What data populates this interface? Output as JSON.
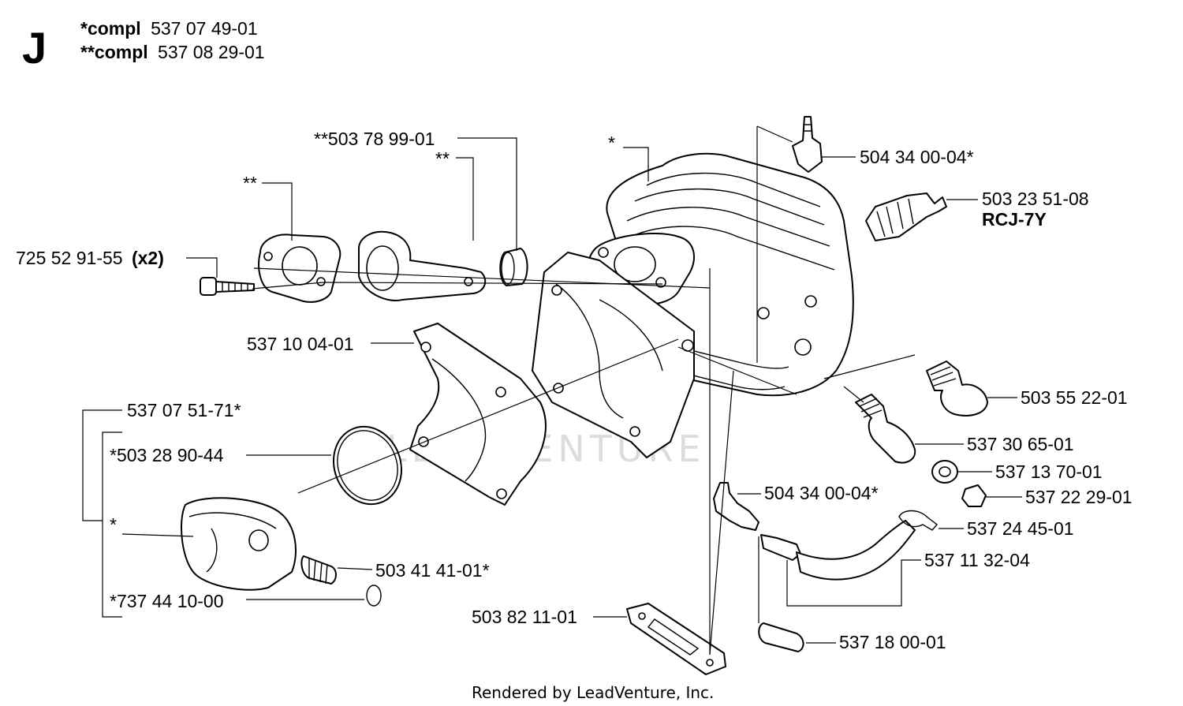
{
  "section_letter": "J",
  "header": {
    "line1": {
      "prefix": "*compl",
      "code": "537 07 49-01"
    },
    "line2": {
      "prefix": "**compl",
      "code": "537 08 29-01"
    }
  },
  "labels": {
    "p_503789901": "**503 78 99-01",
    "p_ss1": "**",
    "p_ss2": "**",
    "p_s_cyl": "*",
    "p_screw_code": "725 52 91-55",
    "p_screw_qty": "(x2)",
    "p_gasket": "537 10 04-01",
    "p_piston_kit": "537 07 51-71*",
    "p_ring": "*503 28 90-44",
    "p_s_piston": "*",
    "p_pin": "*737 44 10-00",
    "p_bearing": "503 41 41-01*",
    "p_muffler_gasket": "503 82 11-01",
    "p_nipple_top": "504 34 00-04*",
    "p_spark": "503 23 51-08",
    "p_spark_type": "RCJ-7Y",
    "p_plug": "503 55 22-01",
    "p_valve": "537 30 65-01",
    "p_washer": "537 13 70-01",
    "p_screw2": "537 22 29-01",
    "p_nipple_low": "504 34 00-04*",
    "p_clamp": "537 24 45-01",
    "p_hose": "537 11 32-04",
    "p_filter": "537 18 00-01"
  },
  "watermark": "LEADVENTURE",
  "footer": "Rendered by LeadVenture, Inc."
}
